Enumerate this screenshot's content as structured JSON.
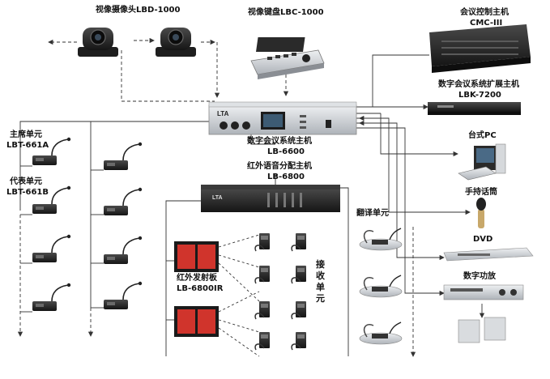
{
  "devices": {
    "camera": {
      "name": "视像摄像头",
      "model": "LBD-1000"
    },
    "keyboard": {
      "name": "视像键盘",
      "model": "LBC-1000"
    },
    "conf_control": {
      "name": "会议控制主机",
      "model": "CMC-III"
    },
    "expansion": {
      "name": "数字会议系统扩展主机",
      "model": "LBK-7200"
    },
    "main_unit": {
      "name": "数字会议系统主机",
      "model": "LB-6600",
      "brand": "LTA"
    },
    "ir_distributor": {
      "name": "红外语音分配主机",
      "model": "LB-6800",
      "brand": "LTA"
    },
    "chairman": {
      "name": "主席单元",
      "model": "LBT-661A"
    },
    "delegate": {
      "name": "代表单元",
      "model": "LBT-661B"
    },
    "pc": {
      "name": "台式PC"
    },
    "handheld_mic": {
      "name": "手持话筒"
    },
    "dvd": {
      "name": "DVD"
    },
    "amplifier": {
      "name": "数字功放"
    },
    "ir_emitter": {
      "name": "红外发射板",
      "model": "LB-6800IR"
    },
    "receiver": {
      "name": "接收单元"
    },
    "translator": {
      "name": "翻译单元"
    }
  },
  "colors": {
    "device_dark": "#2b2b2b",
    "device_silver": "#c9cdd2",
    "emitter_panel": "#d0342c",
    "line": "#333333"
  }
}
